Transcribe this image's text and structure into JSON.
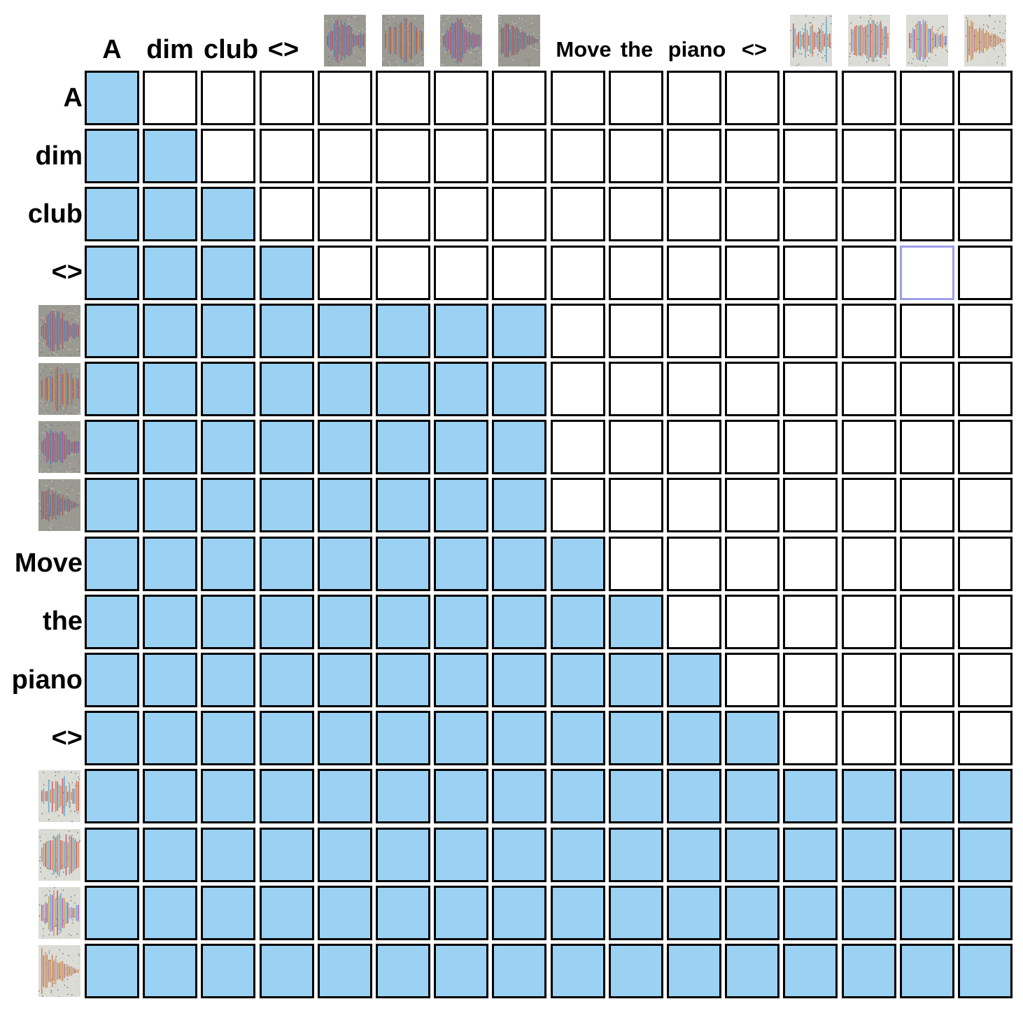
{
  "tokens": [
    {
      "kind": "text",
      "label": "A"
    },
    {
      "kind": "text",
      "label": "dim"
    },
    {
      "kind": "text",
      "label": "club"
    },
    {
      "kind": "text",
      "label": "<>"
    },
    {
      "kind": "audio",
      "icon": "audio-waveform-icon",
      "palette": [
        "#b05a5a",
        "#5a7fa8",
        "#8a6a9a"
      ],
      "bg": "#9a9a92",
      "shape": "decay"
    },
    {
      "kind": "audio",
      "icon": "audio-waveform-icon",
      "palette": [
        "#b05a5a",
        "#c9904a",
        "#6a8ab0"
      ],
      "bg": "#9a9a92",
      "shape": "full"
    },
    {
      "kind": "audio",
      "icon": "audio-waveform-icon",
      "palette": [
        "#9a5aa0",
        "#b05a5a",
        "#5a7fa8"
      ],
      "bg": "#9a9a92",
      "shape": "decay"
    },
    {
      "kind": "audio",
      "icon": "audio-waveform-icon",
      "palette": [
        "#b05a5a",
        "#7a6a7a",
        "#5a7fa8"
      ],
      "bg": "#9a9a92",
      "shape": "fade"
    },
    {
      "kind": "text",
      "label": "Move"
    },
    {
      "kind": "text",
      "label": "the"
    },
    {
      "kind": "text",
      "label": "piano"
    },
    {
      "kind": "text",
      "label": "<>"
    },
    {
      "kind": "audio",
      "icon": "audio-waveform-icon",
      "palette": [
        "#c96060",
        "#6aaed0",
        "#d08a5a"
      ],
      "bg": "#dcdcd6",
      "shape": "bursts"
    },
    {
      "kind": "audio",
      "icon": "audio-waveform-icon",
      "palette": [
        "#d08a5a",
        "#6aaed0",
        "#c96060"
      ],
      "bg": "#dcdcd6",
      "shape": "full"
    },
    {
      "kind": "audio",
      "icon": "audio-waveform-icon",
      "palette": [
        "#b05ab0",
        "#d0a050",
        "#6aaed0"
      ],
      "bg": "#dcdcd6",
      "shape": "decay"
    },
    {
      "kind": "audio",
      "icon": "audio-waveform-icon",
      "palette": [
        "#d08a5a",
        "#b07a9a",
        "#c9a050"
      ],
      "bg": "#dcdcd6",
      "shape": "fade"
    }
  ],
  "mask_rows": [
    "1000000000000000",
    "1100000000000000",
    "1110000000000000",
    "1111000000000000",
    "1111111100000000",
    "1111111100000000",
    "1111111100000000",
    "1111111100000000",
    "1111111110000000",
    "1111111111000000",
    "1111111111100000",
    "1111111111110000",
    "1111111111111111",
    "1111111111111111",
    "1111111111111111",
    "1111111111111111"
  ],
  "focused_cell": {
    "row": 3,
    "col": 14
  },
  "colors": {
    "on": "#9bd1f3",
    "off": "#ffffff",
    "border": "#000000",
    "focus_border": "#9c9ee8"
  }
}
